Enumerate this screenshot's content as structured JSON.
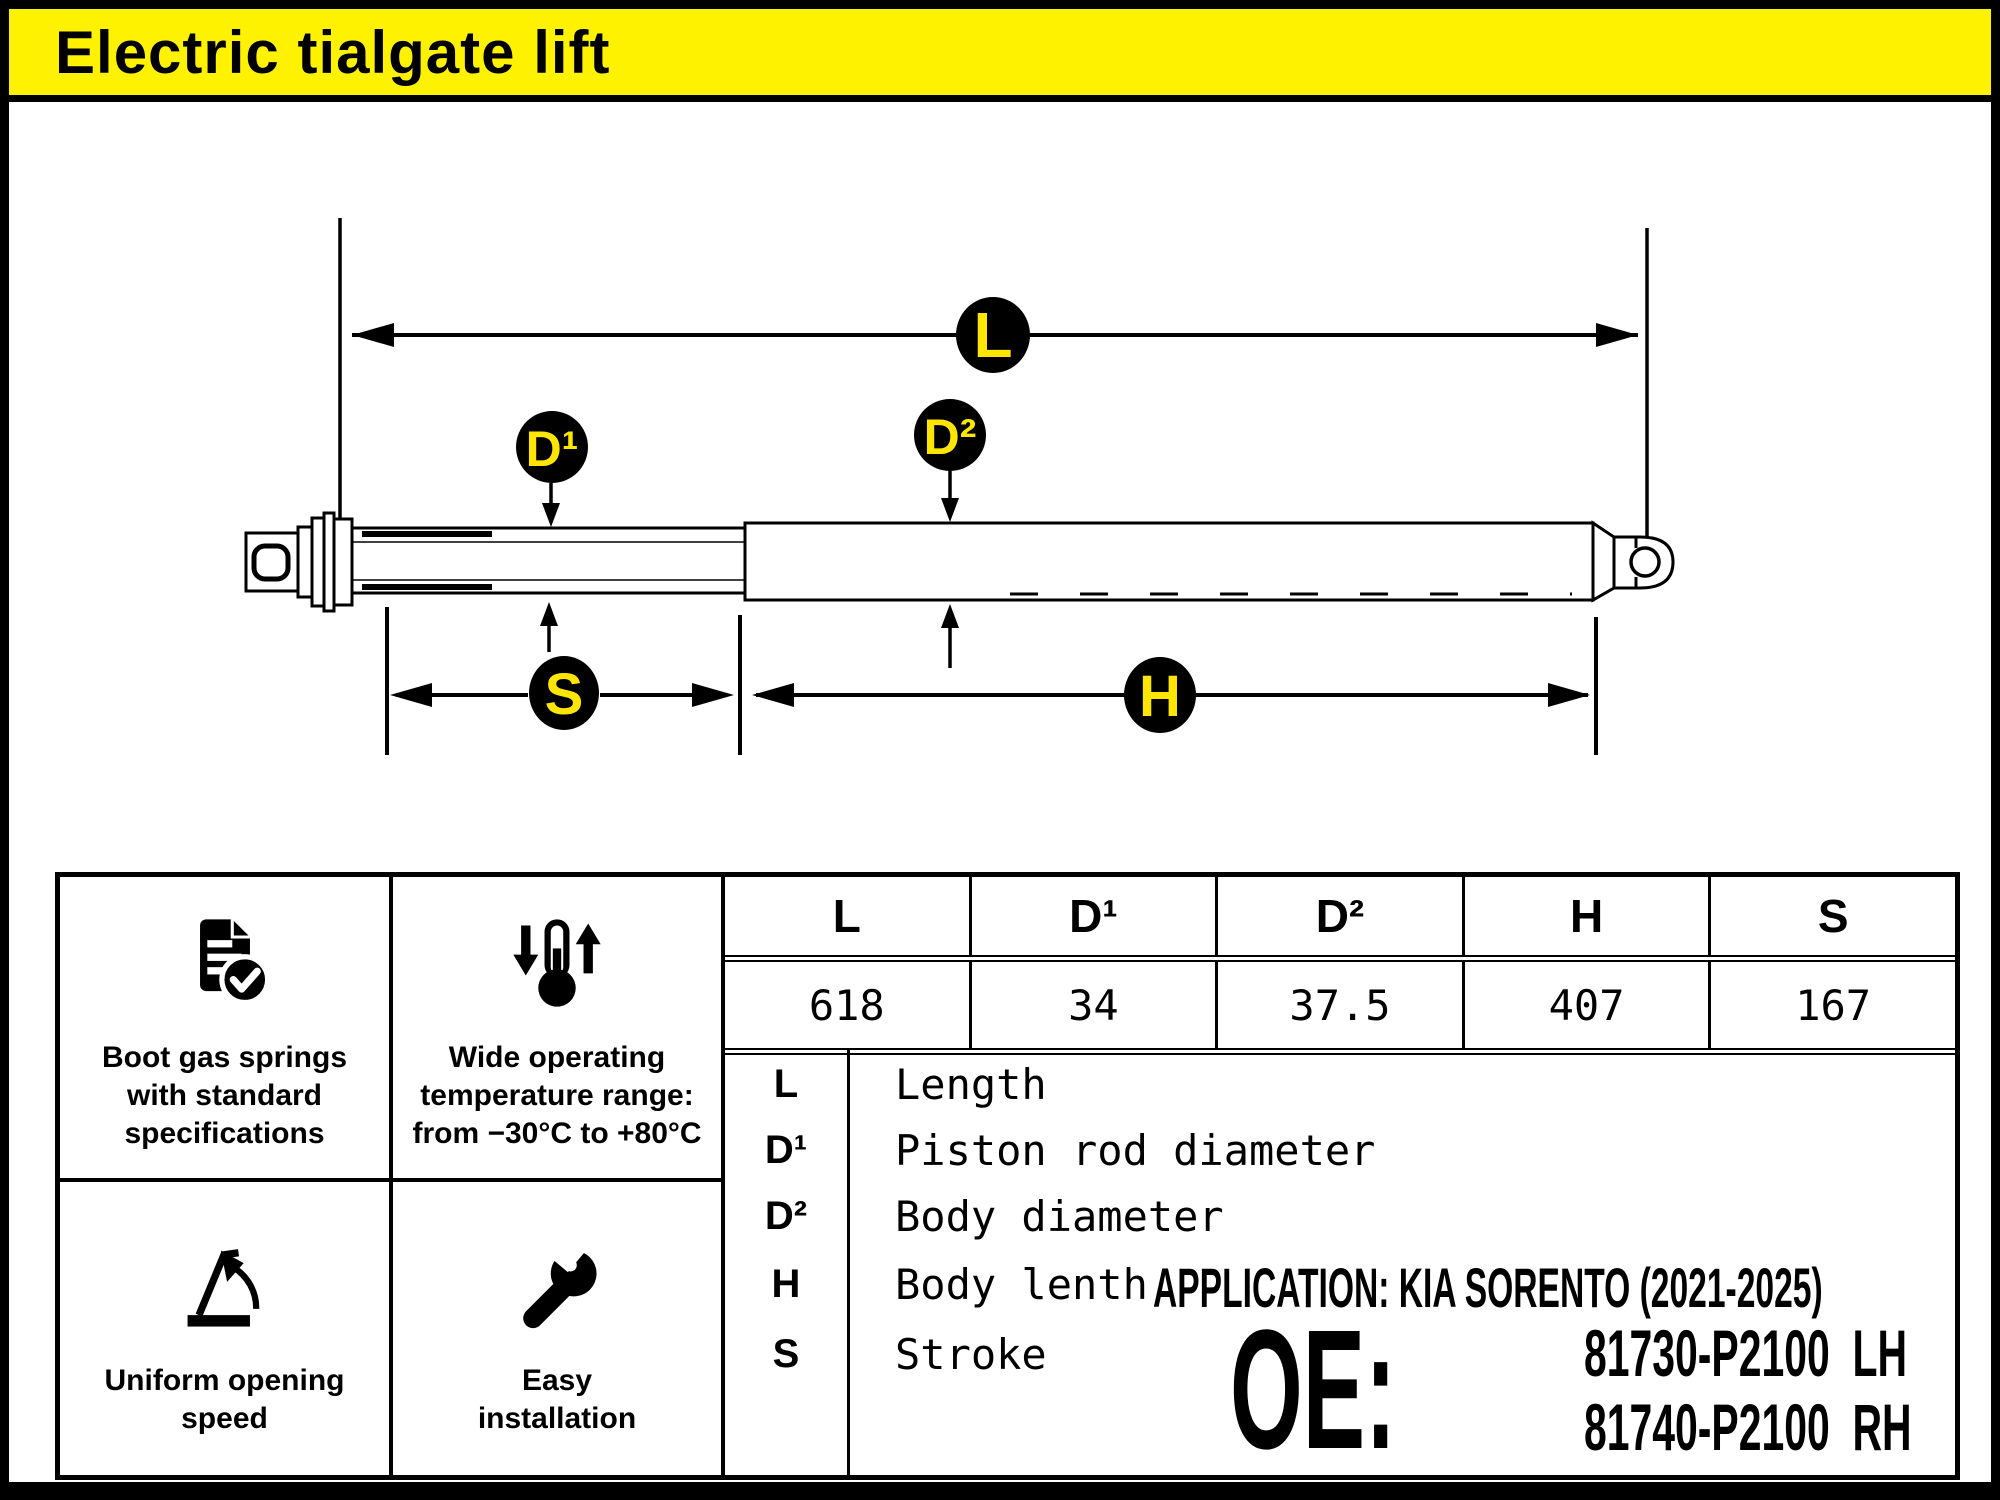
{
  "title": "Electric tialgate lift",
  "diagram": {
    "badges": {
      "l": "L",
      "d1": "D¹",
      "d2": "D²",
      "h": "H",
      "s": "S"
    }
  },
  "spec_table": {
    "columns": [
      "L",
      "D¹",
      "D²",
      "H",
      "S"
    ],
    "values": [
      "618",
      "34",
      "37.5",
      "407",
      "167"
    ]
  },
  "legend": {
    "rows": [
      {
        "symbol": "L",
        "description": "Length"
      },
      {
        "symbol": "D¹",
        "description": "Piston rod diameter"
      },
      {
        "symbol": "D²",
        "description": "Body diameter"
      },
      {
        "symbol": "H",
        "description": "Body lenth"
      },
      {
        "symbol": "S",
        "description": "Stroke"
      }
    ]
  },
  "features": [
    {
      "icon": "document-check-icon",
      "text": "Boot gas springs\nwith standard\nspecifications"
    },
    {
      "icon": "thermometer-range-icon",
      "text": "Wide operating\ntemperature range:\nfrom −30°C to +80°C"
    },
    {
      "icon": "opening-angle-icon",
      "text": "Uniform opening\nspeed"
    },
    {
      "icon": "wrench-icon",
      "text": "Easy\ninstallation"
    }
  ],
  "application": {
    "text": "APPLICATION: KIA SORENTO (2021-2025)"
  },
  "oe": {
    "label": "OE:",
    "numbers": [
      "81730-P2100  LH",
      "81740-P2100  RH"
    ]
  },
  "colors": {
    "banner_yellow": "#FFF200",
    "badge_text_yellow": "#FFE600",
    "ink": "#000000",
    "paper": "#FFFFFF"
  }
}
